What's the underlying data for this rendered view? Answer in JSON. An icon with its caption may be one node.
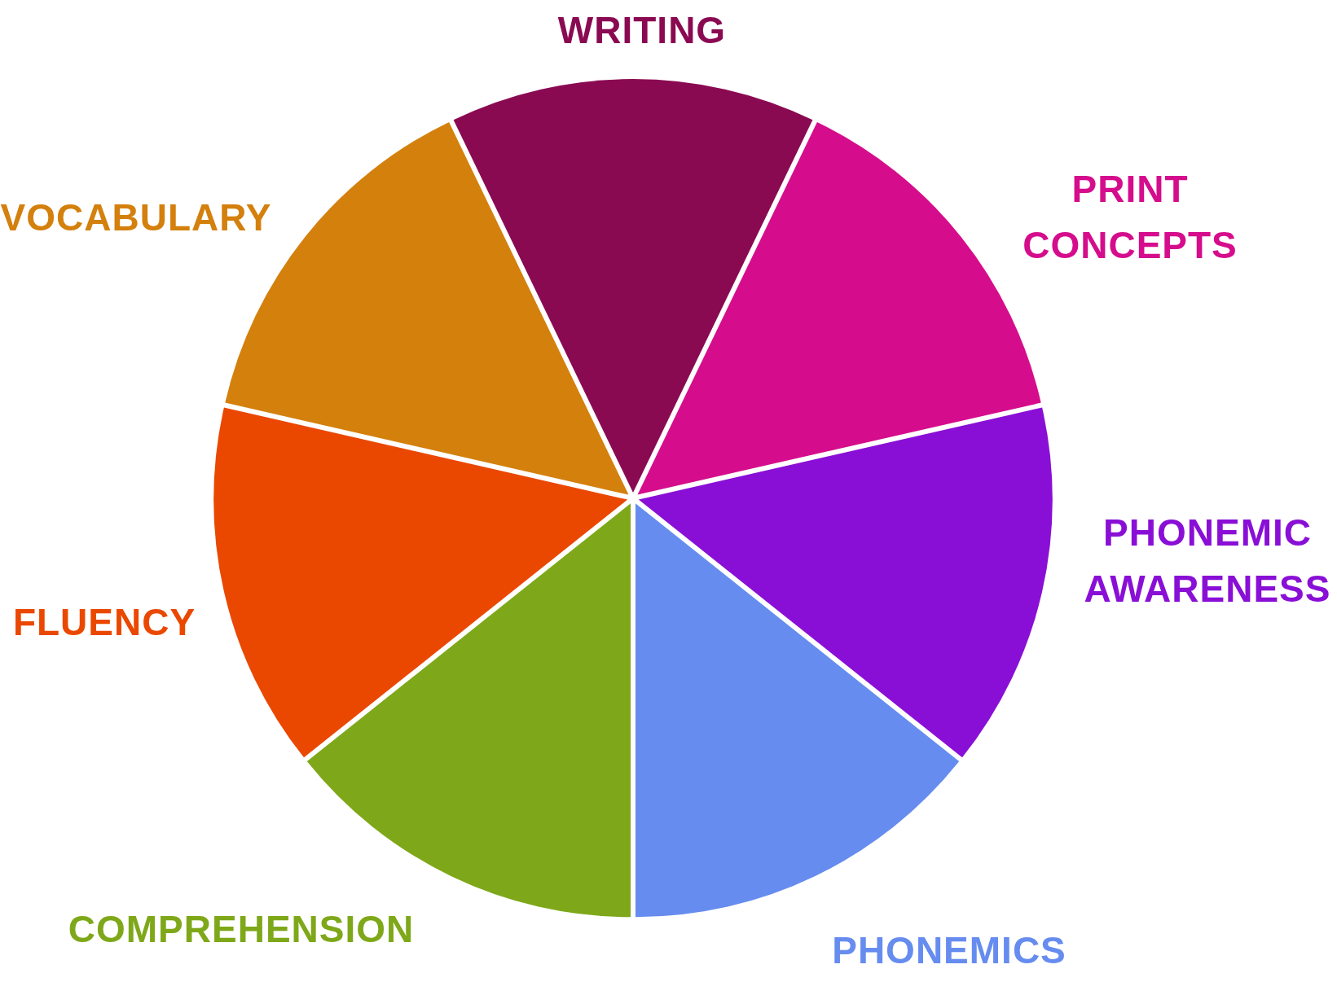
{
  "diagram": {
    "nodes": [
      {
        "text": [
          "WRITING"
        ]
      },
      {
        "text": [
          "PRINT CONCEPTS"
        ]
      },
      {
        "text": [
          "PHONEMIC AWARENESS"
        ]
      },
      {
        "text": [
          "PHONEMICS"
        ]
      },
      {
        "text": [
          "COMPREHENSION"
        ]
      },
      {
        "text": [
          "FLUENCY"
        ]
      },
      {
        "text": [
          "VOCABULARY"
        ]
      }
    ]
  }
}
